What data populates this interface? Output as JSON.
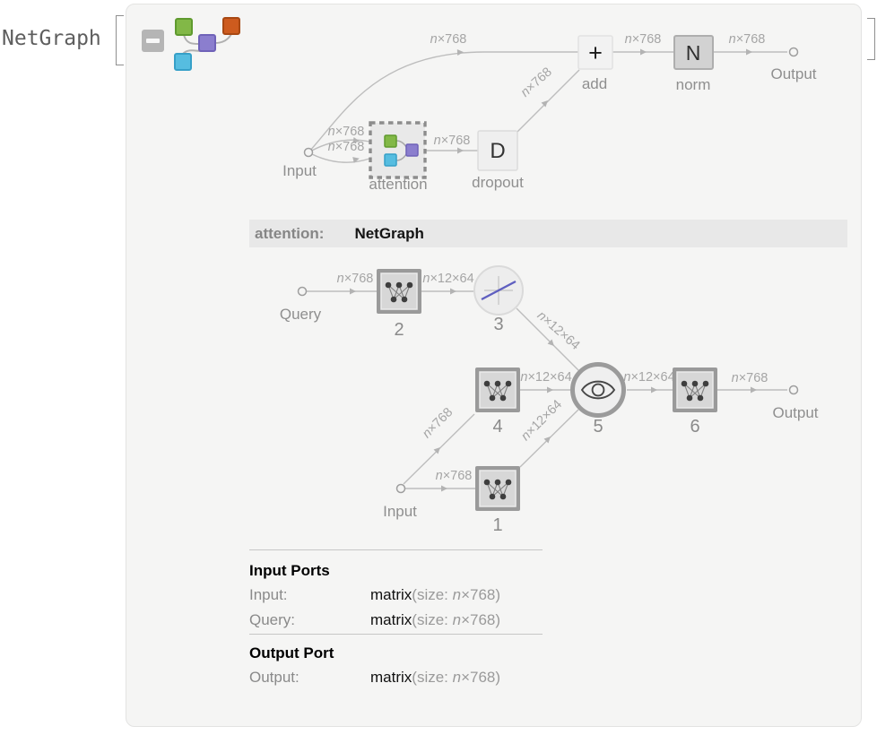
{
  "expression": {
    "head": "NetGraph",
    "open_bracket": "[",
    "close_bracket": "]"
  },
  "window": {
    "collapse_button": "collapse-toggle"
  },
  "band": {
    "key": "attention:",
    "value": "NetGraph"
  },
  "graph1": {
    "input_port": "Input",
    "output_port": "Output",
    "attention_label": "attention",
    "dropout_label": "dropout",
    "dropout_glyph": "D",
    "add_label": "add",
    "add_glyph": "+",
    "norm_label": "norm",
    "norm_glyph": "N",
    "edges": [
      {
        "var": "n",
        "dims": "×768"
      },
      {
        "var": "n",
        "dims": "×768"
      },
      {
        "var": "n",
        "dims": "×768"
      },
      {
        "var": "n",
        "dims": "×768"
      },
      {
        "var": "n",
        "dims": "×768"
      },
      {
        "var": "n",
        "dims": "×768"
      },
      {
        "var": "n",
        "dims": "×768"
      }
    ]
  },
  "graph2": {
    "query_port": "Query",
    "input_port": "Input",
    "output_port": "Output",
    "node_numbers": [
      "1",
      "2",
      "3",
      "4",
      "5",
      "6"
    ],
    "edges": [
      {
        "var": "n",
        "dims": "×768"
      },
      {
        "var": "n",
        "dims": "×12×64"
      },
      {
        "var": "n",
        "dims": "×12×64"
      },
      {
        "var": "n",
        "dims": "×768"
      },
      {
        "var": "n",
        "dims": "×12×64"
      },
      {
        "var": "n",
        "dims": "×12×64"
      },
      {
        "var": "n",
        "dims": "×12×64"
      },
      {
        "var": "n",
        "dims": "×768"
      },
      {
        "var": "n",
        "dims": "×768"
      }
    ]
  },
  "ports_info": {
    "input_header": "Input Ports",
    "output_header": "Output Port",
    "rows": [
      {
        "name": "Input:",
        "type": "matrix",
        "size_pre": "(size: ",
        "size_var": "n",
        "size_post": "×768)"
      },
      {
        "name": "Query:",
        "type": "matrix",
        "size_pre": "(size: ",
        "size_var": "n",
        "size_post": "×768)"
      },
      {
        "name": "Output:",
        "type": "matrix",
        "size_pre": "(size: ",
        "size_var": "n",
        "size_post": "×768)"
      }
    ]
  },
  "colors": {
    "green": "#82b847",
    "orange": "#cd5b1e",
    "purple": "#8b7ece",
    "blue": "#56bde0",
    "panel_bg": "#f5f5f4",
    "band_bg": "#e8e8e8",
    "edge_gray": "#bdbdbd",
    "accent_line": "#5f5fc0"
  }
}
